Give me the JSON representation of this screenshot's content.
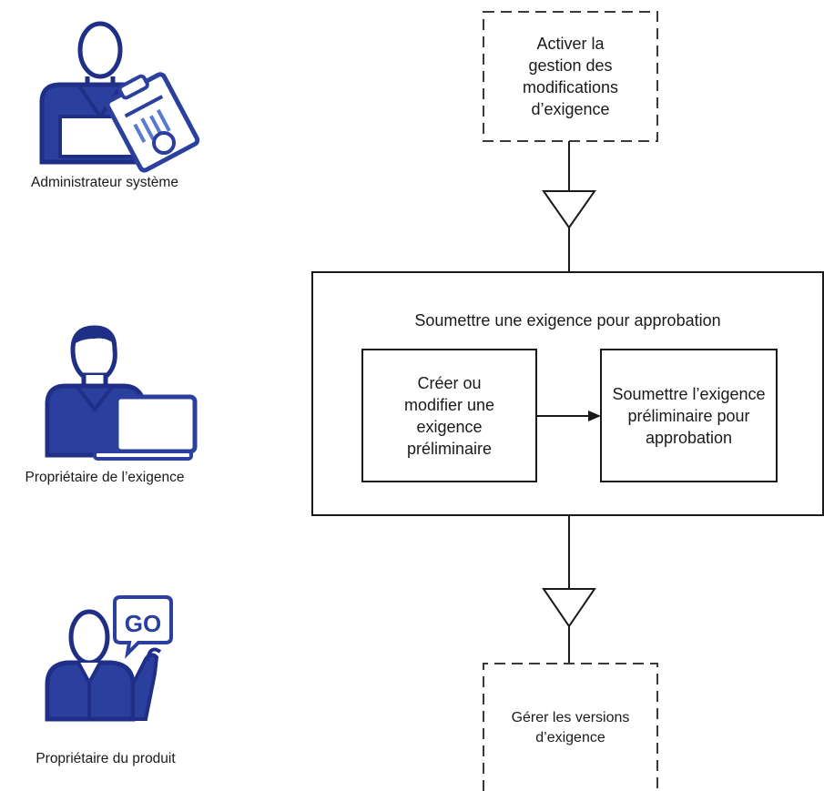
{
  "roles": [
    {
      "id": "admin",
      "label": "Administrateur système",
      "icon": "admin-clipboard-icon"
    },
    {
      "id": "owner",
      "label": "Propriétaire de l’exigence",
      "icon": "owner-laptop-icon"
    },
    {
      "id": "product",
      "label": "Propriétaire du produit",
      "icon": "product-go-icon",
      "bubble_text": "GO"
    }
  ],
  "flow": {
    "start_step": "Activer la gestion des modifications d’exigence",
    "group_title": "Soumettre une exigence pour approbation",
    "step_create": "Créer ou modifier une exigence préliminaire",
    "step_submit": "Soumettre l’exigence préliminaire pour approbation",
    "end_step": "Gérer les versions d’exigence"
  },
  "colors": {
    "icon_blue": "#2b3f9e",
    "icon_dark": "#1f2f86",
    "line": "#1a1a1a",
    "dash": "#3a3a3a"
  }
}
